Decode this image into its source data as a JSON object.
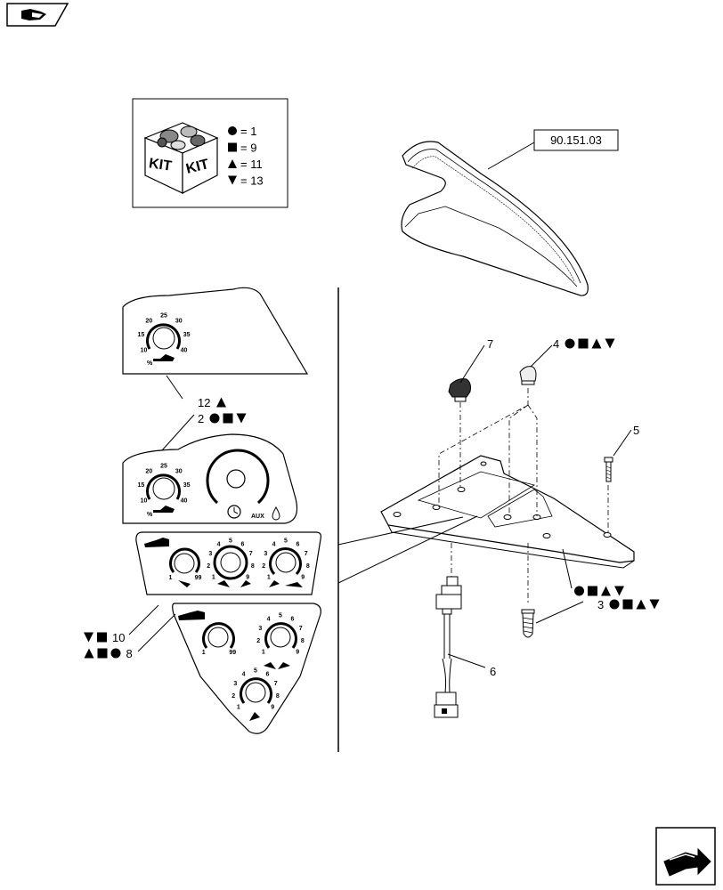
{
  "reference_box": {
    "label": "90.151.03"
  },
  "kit_legend": {
    "box_labels": [
      "KIT",
      "KIT"
    ],
    "rows": [
      {
        "symbol": "circle",
        "text": "= 1"
      },
      {
        "symbol": "square",
        "text": "= 9"
      },
      {
        "symbol": "triangle-up",
        "text": "= 11"
      },
      {
        "symbol": "triangle-down",
        "text": "= 13"
      }
    ]
  },
  "callouts": {
    "c1": {
      "number": "",
      "symbols": [
        "circle",
        "square",
        "triangle-up",
        "triangle-down"
      ]
    },
    "c2": {
      "number": "2",
      "symbols": [
        "circle",
        "square",
        "triangle-down"
      ]
    },
    "c3": {
      "number": "3",
      "symbols": [
        "circle",
        "square",
        "triangle-up",
        "triangle-down"
      ]
    },
    "c4": {
      "number": "4",
      "symbols": [
        "circle",
        "square",
        "triangle-up",
        "triangle-down"
      ]
    },
    "c5": {
      "number": "5",
      "symbols": []
    },
    "c6": {
      "number": "6",
      "symbols": []
    },
    "c7": {
      "number": "7",
      "symbols": []
    },
    "c8": {
      "number": "8",
      "symbols": [
        "triangle-up",
        "square",
        "circle"
      ]
    },
    "c10": {
      "number": "10",
      "symbols": [
        "triangle-down",
        "square"
      ]
    },
    "c12": {
      "number": "12",
      "symbols": [
        "triangle-up"
      ]
    }
  },
  "dials": {
    "panel12": {
      "ticks": [
        "10",
        "15",
        "20",
        "25",
        "30",
        "35",
        "40"
      ],
      "unit": "%"
    },
    "panel2": {
      "ticks": [
        "10",
        "15",
        "20",
        "25",
        "30",
        "35",
        "40"
      ],
      "unit": "%",
      "aux": "AUX"
    },
    "panel10": {
      "left": [
        "1",
        "99"
      ],
      "middle": [
        "1",
        "2",
        "3",
        "4",
        "5",
        "6",
        "7",
        "8",
        "9"
      ],
      "right": [
        "1",
        "2",
        "3",
        "4",
        "5",
        "6",
        "7",
        "8",
        "9"
      ]
    },
    "panel8": {
      "left": [
        "1",
        "99"
      ],
      "right": [
        "1",
        "2",
        "3",
        "4",
        "5",
        "6",
        "7",
        "8",
        "9"
      ],
      "bottom": [
        "1",
        "2",
        "3",
        "4",
        "5",
        "6",
        "7",
        "8",
        "9"
      ]
    }
  },
  "icons": {
    "top_left": "cut-paper-icon",
    "bottom_right": "next-page-arrow-icon"
  }
}
